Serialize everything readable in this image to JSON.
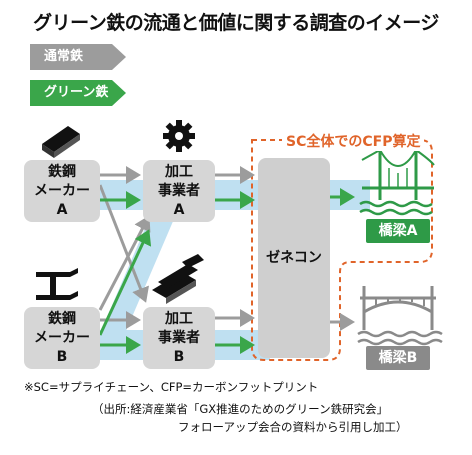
{
  "title": "グリーン鉄の流通と価値に関する調査のイメージ",
  "legend": {
    "normal_steel": "通常鉄",
    "green_steel": "グリーン鉄"
  },
  "nodes": {
    "steelmaker_a": [
      "鉄鋼",
      "メーカー",
      "A"
    ],
    "steelmaker_b": [
      "鉄鋼",
      "メーカー",
      "B"
    ],
    "processor_a": [
      "加工",
      "事業者",
      "A"
    ],
    "processor_b": [
      "加工",
      "事業者",
      "B"
    ],
    "general_contractor": "ゼネコン",
    "bridge_a": "橋梁A",
    "bridge_b": "橋梁B"
  },
  "cfp_region_label": "SC全体でのCFP算定",
  "footnote": "※SC=サプライチェーン、CFP=カーボンフットプリント",
  "source_line1": "（出所:経済産業省「GX推進のためのグリーン鉄研究会」",
  "source_line2": "フォローアップ会合の資料から引用し加工）",
  "colors": {
    "gray_arrow": "#9c9c9c",
    "green_arrow": "#3aa64a",
    "light_blue_band": "#bfe0f1",
    "cfp_outline": "#e0642a",
    "bridge_green": "#2e9a47",
    "bridge_gray": "#8a8a8a",
    "box_gray": "#d6d6d6"
  }
}
